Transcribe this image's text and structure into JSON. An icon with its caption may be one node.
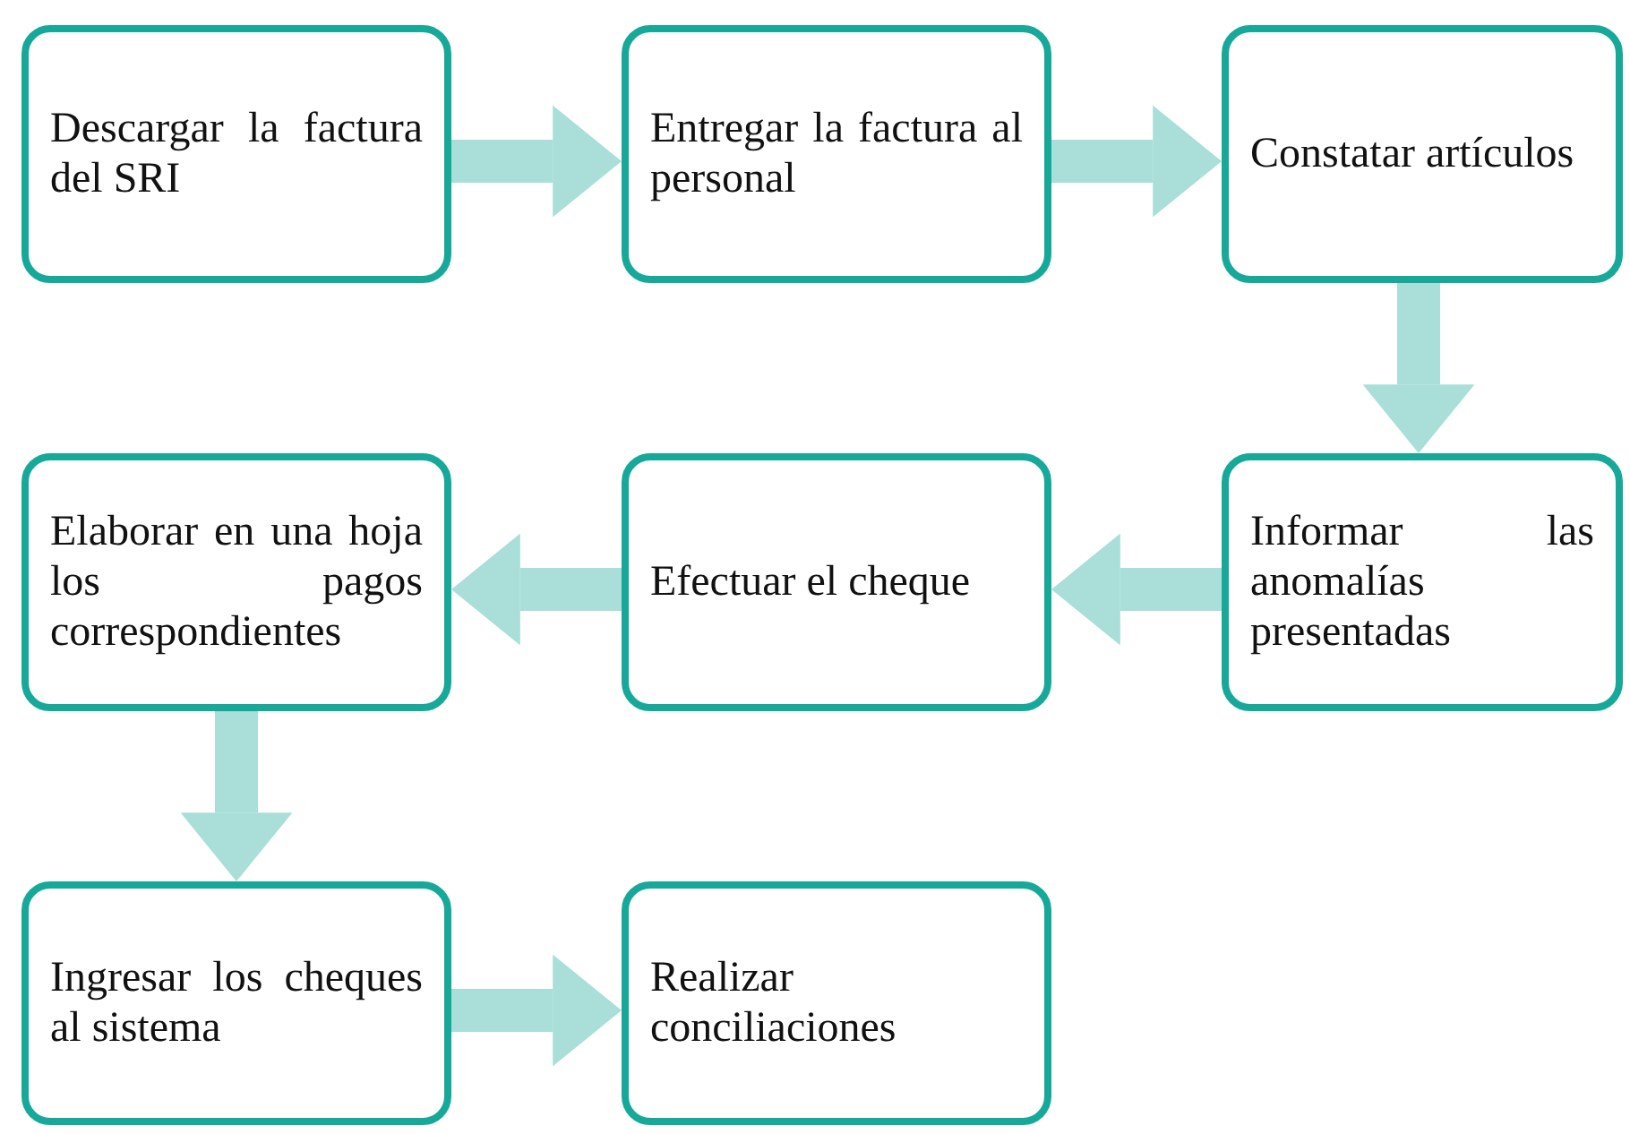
{
  "diagram": {
    "nodes": [
      {
        "text": [
          "Descargar la factura del SRI"
        ]
      },
      {
        "text": [
          "Entregar la factura al personal"
        ]
      },
      {
        "text": [
          "Constatar artículos"
        ]
      },
      {
        "text": [
          "Informar las anomalías presentadas"
        ]
      },
      {
        "text": [
          "Efectuar el cheque"
        ]
      },
      {
        "text": [
          "Elaborar en una hoja los pagos correspondientes"
        ]
      },
      {
        "text": [
          "Ingresar los cheques al sistema"
        ]
      },
      {
        "text": [
          "Realizar conciliaciones"
        ]
      }
    ],
    "edges": [
      {
        "from": 0,
        "to": 1,
        "arrow": "to"
      },
      {
        "from": 1,
        "to": 2,
        "arrow": "to"
      },
      {
        "from": 2,
        "to": 3,
        "arrow": "to"
      },
      {
        "from": 3,
        "to": 4,
        "arrow": "to"
      },
      {
        "from": 4,
        "to": 5,
        "arrow": "to"
      },
      {
        "from": 5,
        "to": 6,
        "arrow": "to"
      },
      {
        "from": 6,
        "to": 7,
        "arrow": "to"
      }
    ]
  }
}
